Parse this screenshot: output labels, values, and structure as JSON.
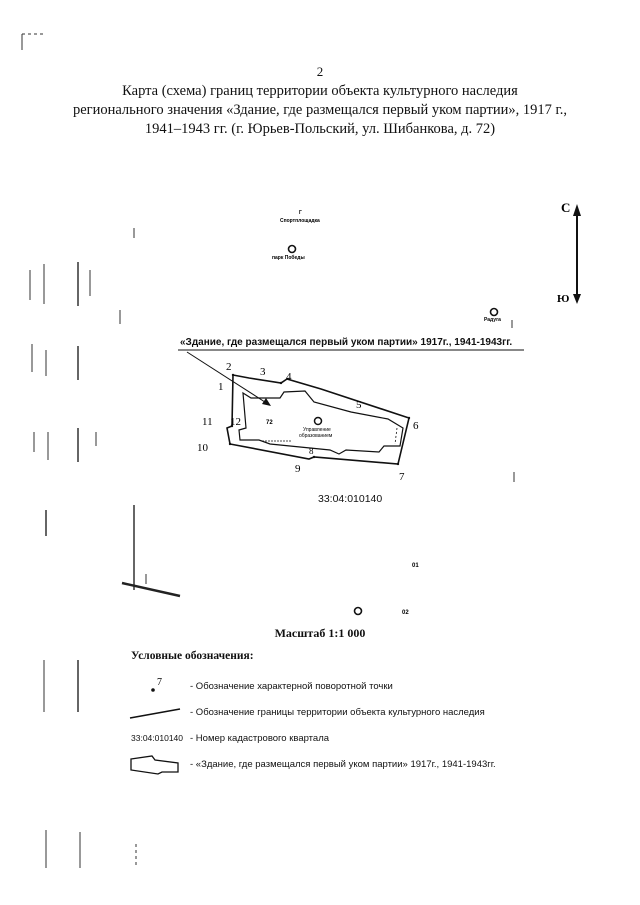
{
  "page_number": "2",
  "title_lines": [
    "Карта (схема) границ территории объекта культурного наследия",
    "регионального значения «Здание, где размещался первый уком партии», 1917 г.,",
    "1941–1943 гг. (г. Юрьев-Польский, ул. Шибанкова, д. 72)"
  ],
  "compass": {
    "north": "С",
    "south": "Ю"
  },
  "map_labels": {
    "sport": "Спортплощадка",
    "sport_mark": "Г",
    "park": "парк Победы",
    "raduga": "Радуга",
    "upravlenie_1": "Управление",
    "upravlenie_2": "образованием",
    "house_number": "72",
    "object_callout": "«Здание, где размещался первый уком партии» 1917г., 1941-1943гг.",
    "cadastral_main": "33:04:010140",
    "small_01": "01",
    "small_02": "02"
  },
  "points": [
    "1",
    "2",
    "3",
    "4",
    "5",
    "6",
    "7",
    "8",
    "9",
    "10",
    "11",
    "12"
  ],
  "scale": "Масштаб 1:1 000",
  "legend": {
    "title": "Условные обозначения:",
    "items": [
      {
        "sample": "7",
        "text": "- Обозначение характерной поворотной точки"
      },
      {
        "sample": "",
        "text": "- Обозначение границы территории объекта культурного наследия"
      },
      {
        "sample": "33:04:010140",
        "text": "- Номер кадастрового квартала"
      },
      {
        "sample": "",
        "text": "- «Здание, где размещался первый уком партии» 1917г., 1941-1943гг."
      }
    ]
  }
}
